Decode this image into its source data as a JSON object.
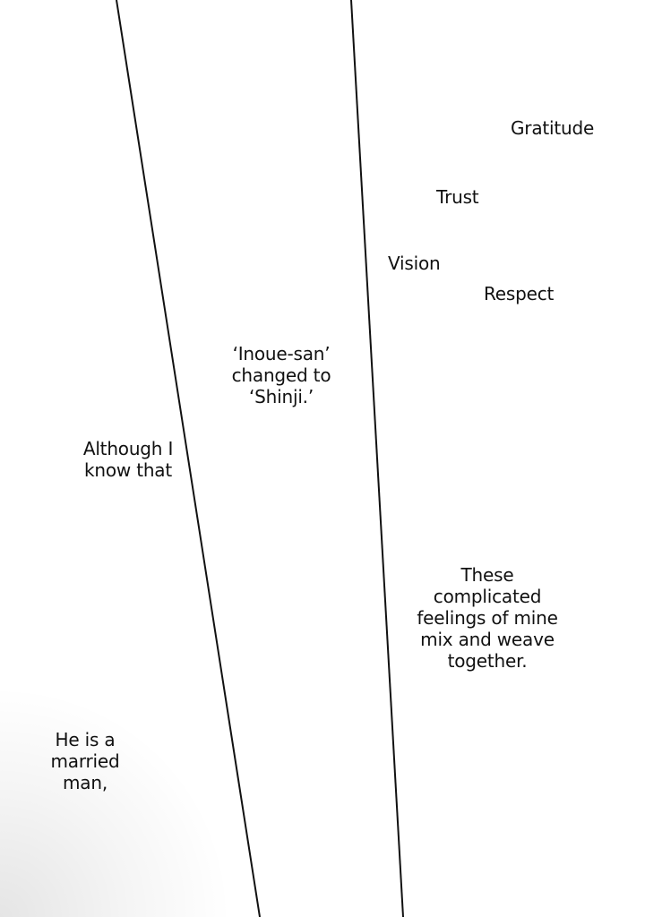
{
  "words": {
    "gratitude": "Gratitude",
    "trust": "Trust",
    "vision": "Vision",
    "respect": "Respect"
  },
  "captions": {
    "name_change": "‘Inoue-san’\nchanged to\n‘Shinji.’",
    "although": "Although I\nknow that",
    "feelings": "These\ncomplicated\nfeelings of mine\nmix and weave\ntogether.",
    "married": "He is a\nmarried man,"
  }
}
